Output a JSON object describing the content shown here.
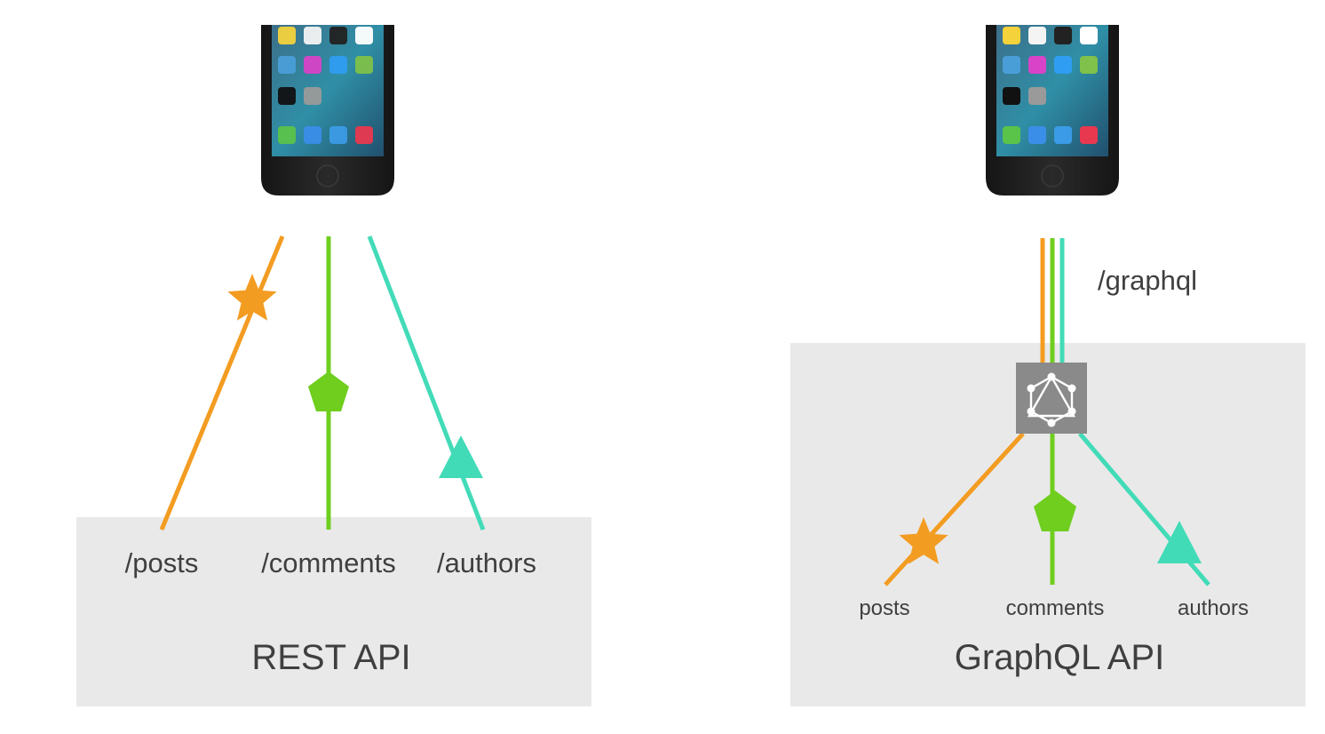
{
  "colors": {
    "posts": "#f39c22",
    "comments": "#6fce1e",
    "authors": "#42dbb7",
    "panel": "#e9e9e9",
    "graphql_logo_bg": "#8a8a8a",
    "text": "#3f3f3f"
  },
  "rest": {
    "title": "REST API",
    "endpoints": [
      {
        "label": "/posts",
        "shape": "star-icon",
        "color_key": "posts"
      },
      {
        "label": "/comments",
        "shape": "pentagon-icon",
        "color_key": "comments"
      },
      {
        "label": "/authors",
        "shape": "triangle-icon",
        "color_key": "authors"
      }
    ]
  },
  "graphql": {
    "title": "GraphQL API",
    "endpoint_label": "/graphql",
    "logo_icon": "graphql-logo-icon",
    "resources": [
      {
        "label": "posts",
        "shape": "star-icon",
        "color_key": "posts"
      },
      {
        "label": "comments",
        "shape": "pentagon-icon",
        "color_key": "comments"
      },
      {
        "label": "authors",
        "shape": "triangle-icon",
        "color_key": "authors"
      }
    ]
  },
  "client_icon": "smartphone-icon"
}
